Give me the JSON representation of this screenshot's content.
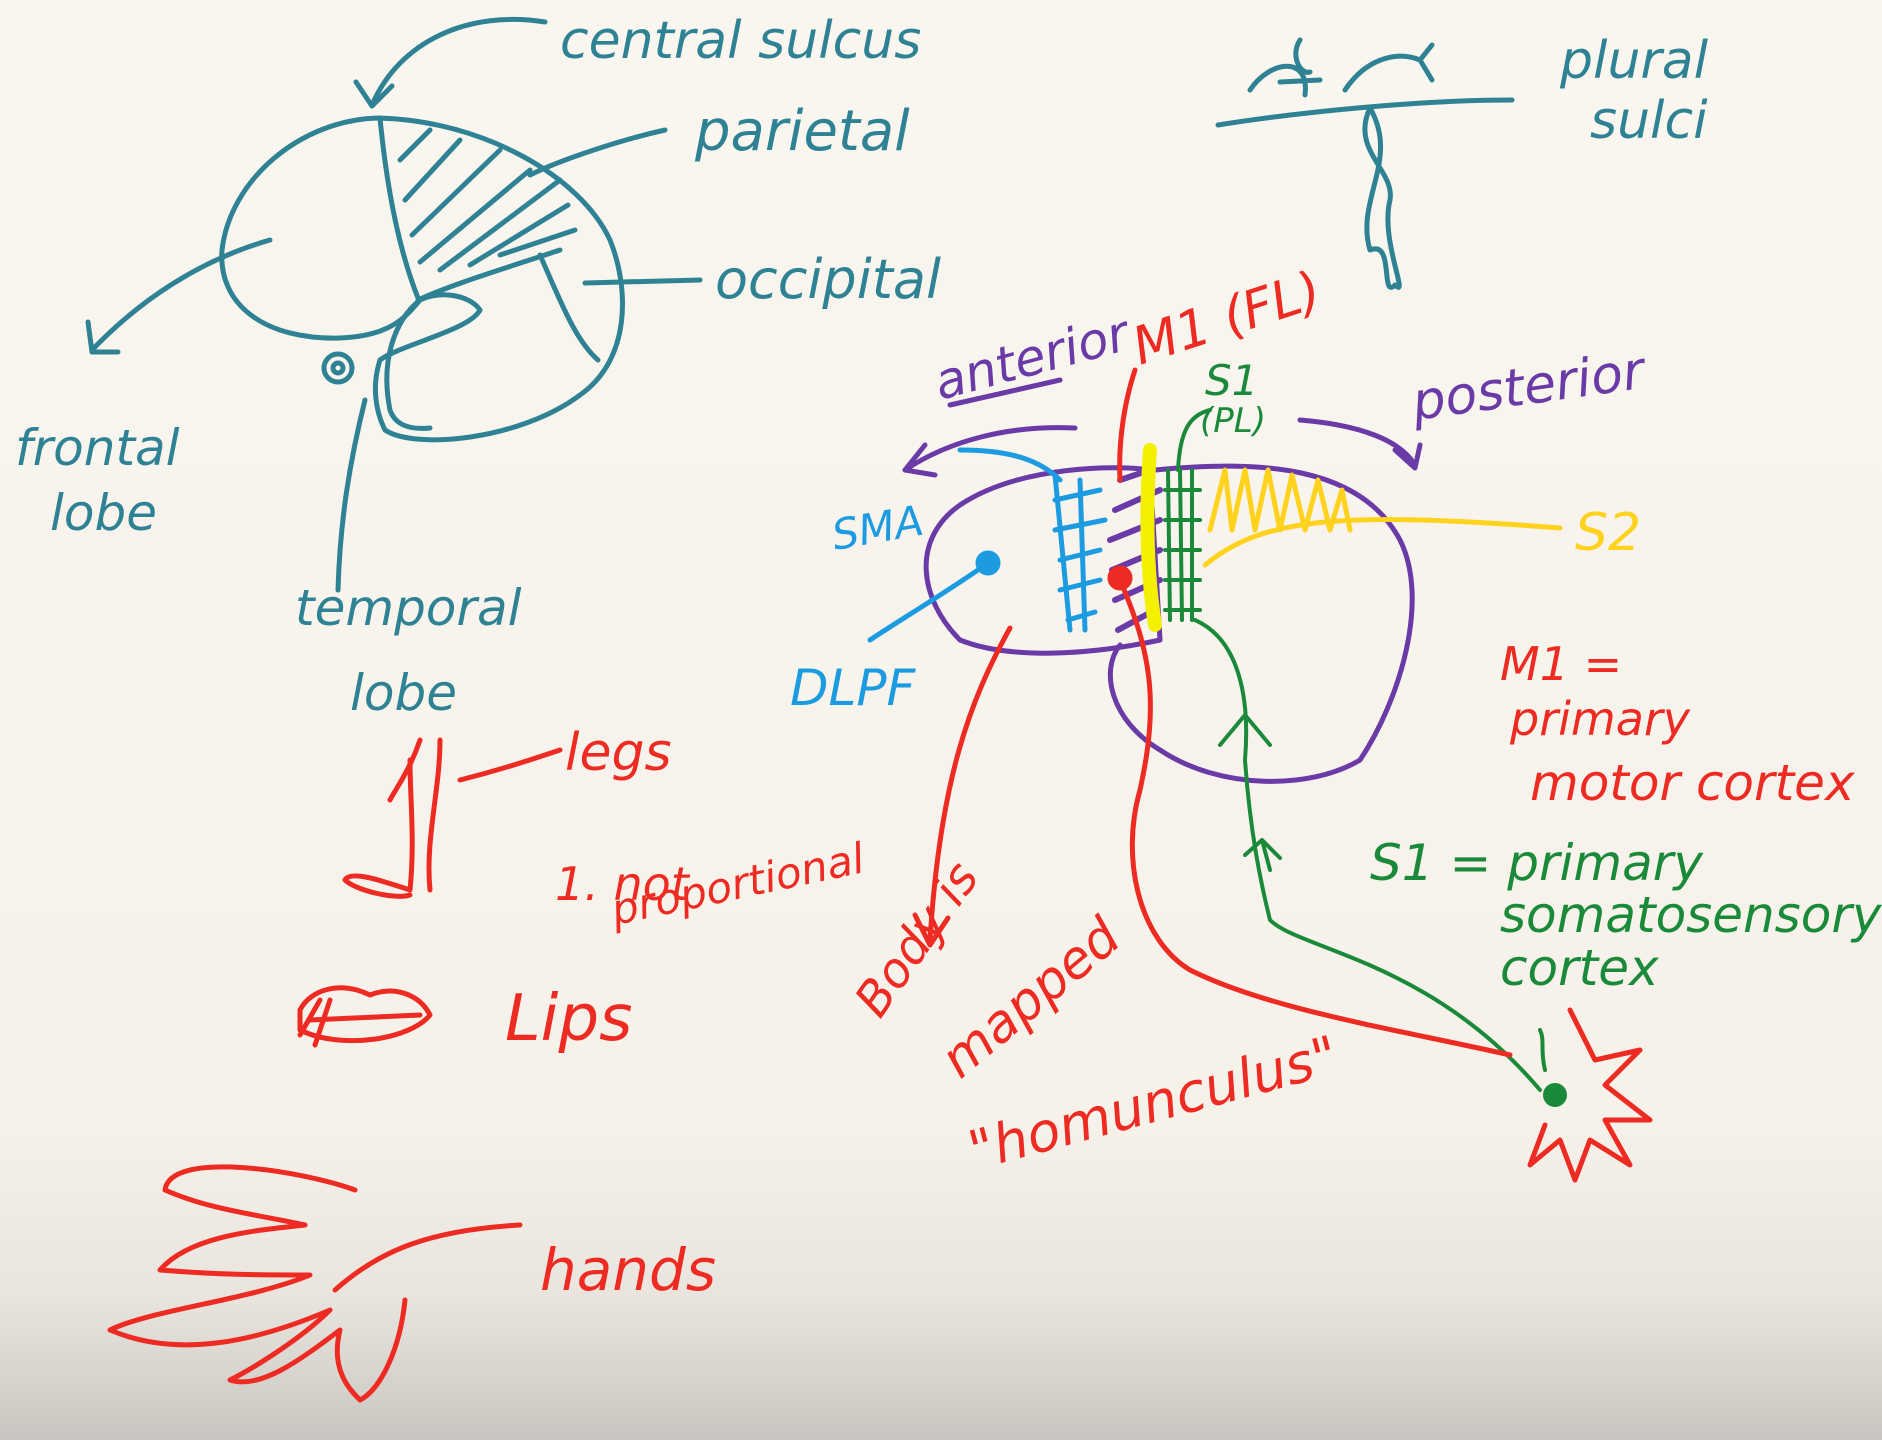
{
  "colors": {
    "teal": "#2f8294",
    "red": "#ee2b22",
    "purple": "#6a3aa6",
    "green": "#1a8a3a",
    "blue": "#1c9be0",
    "yellow": "#ffd21e",
    "bright_yellow": "#f4f000"
  },
  "labels": {
    "central_sulcus": "central sulcus",
    "parietal": "parietal",
    "occipital": "occipital",
    "frontal_1": "frontal",
    "frontal_2": "lobe",
    "temporal_1": "temporal",
    "temporal_2": "lobe",
    "plural_1": "plural",
    "plural_2": "sulci",
    "anterior": "anterior",
    "posterior": "posterior",
    "m1": "M1 (FL)",
    "s1_1": "S1",
    "s1_2": "(PL)",
    "sma": "SMA",
    "dlpf": "DLPF",
    "s2": "S2",
    "m1_def_1": "M1 =",
    "m1_def_2": "primary",
    "m1_def_3": "motor cortex",
    "s1_def_1": "S1 = primary",
    "s1_def_2": "somatosensory",
    "s1_def_3": "cortex",
    "body_1": "Body is",
    "body_2": "mapped",
    "body_3": "\"homunculus\"",
    "legs": "legs",
    "not_prop_1": "1. not",
    "not_prop_2": "proportional",
    "lips": "Lips",
    "hands": "hands"
  }
}
